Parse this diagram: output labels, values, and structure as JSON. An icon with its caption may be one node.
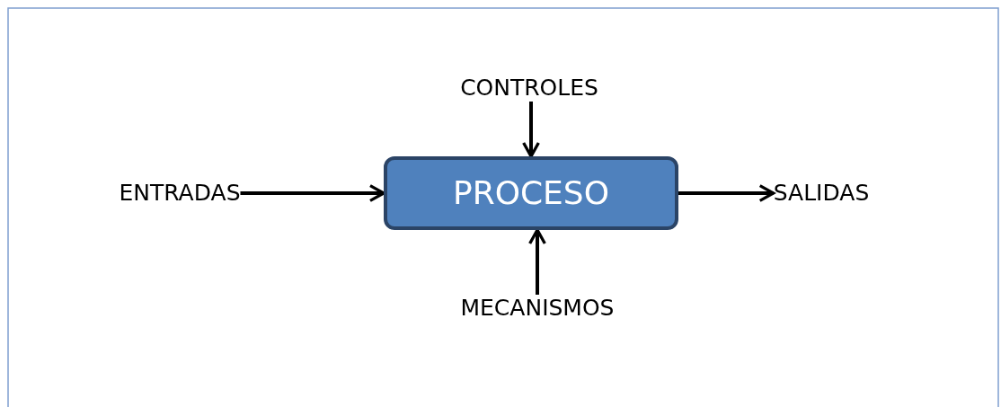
{
  "diagram": {
    "nodes": [
      {
        "text": [
          "CONTROLES"
        ]
      },
      {
        "text": [
          "ENTRADAS"
        ]
      },
      {
        "text": [
          "PROCESO"
        ]
      },
      {
        "text": [
          "SALIDAS"
        ]
      },
      {
        "text": [
          "MECANISMOS"
        ]
      }
    ],
    "edges": [
      {
        "from": 0,
        "to": 2,
        "arrow": "to"
      },
      {
        "from": 1,
        "to": 2,
        "arrow": "to"
      },
      {
        "from": 2,
        "to": 3,
        "arrow": "to"
      },
      {
        "from": 4,
        "to": 2,
        "arrow": "to"
      }
    ]
  }
}
